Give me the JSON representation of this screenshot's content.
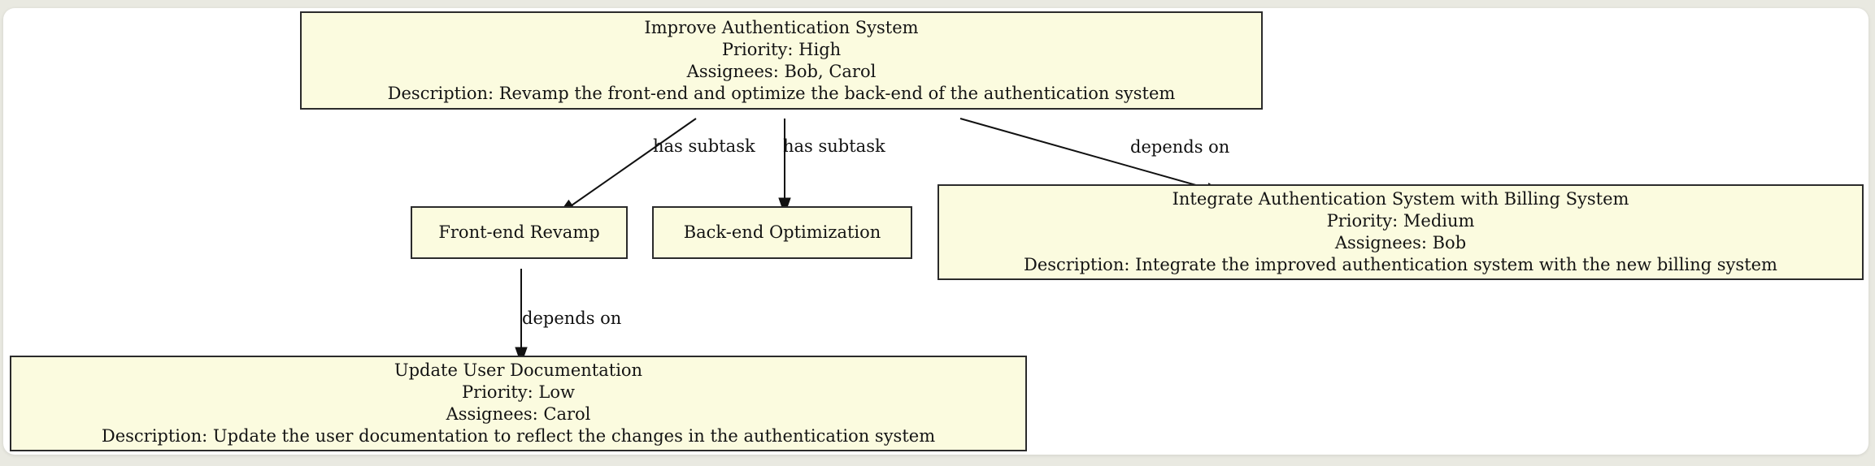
{
  "page": {
    "background_color": "#e9e9e1",
    "canvas_color": "#ffffff"
  },
  "diagram": {
    "type": "task-dependency-graph",
    "node_fill_color": "#fbfbdf",
    "node_border_color": "#2b2b2b",
    "edge_color": "#111111",
    "nodes": {
      "improve_auth": {
        "title": "Improve Authentication System",
        "priority": "Priority: High",
        "assignees": "Assignees: Bob, Carol",
        "description": "Description: Revamp the front-end and optimize the back-end of the authentication system"
      },
      "frontend": {
        "title": "Front-end Revamp"
      },
      "backend": {
        "title": "Back-end Optimization"
      },
      "integrate": {
        "title": "Integrate Authentication System with Billing System",
        "priority": "Priority: Medium",
        "assignees": "Assignees: Bob",
        "description": "Description: Integrate the improved authentication system with the new billing system"
      },
      "update_docs": {
        "title": "Update User Documentation",
        "priority": "Priority: Low",
        "assignees": "Assignees: Carol",
        "description": "Description: Update the user documentation to reflect the changes in the authentication system"
      }
    },
    "edges": {
      "improve_to_frontend": {
        "from": "improve_auth",
        "to": "frontend",
        "label": "has subtask"
      },
      "improve_to_backend": {
        "from": "improve_auth",
        "to": "backend",
        "label": "has subtask"
      },
      "improve_to_integrate": {
        "from": "improve_auth",
        "to": "integrate",
        "label": "depends on"
      },
      "frontend_to_docs": {
        "from": "frontend",
        "to": "update_docs",
        "label": "depends on"
      }
    }
  }
}
